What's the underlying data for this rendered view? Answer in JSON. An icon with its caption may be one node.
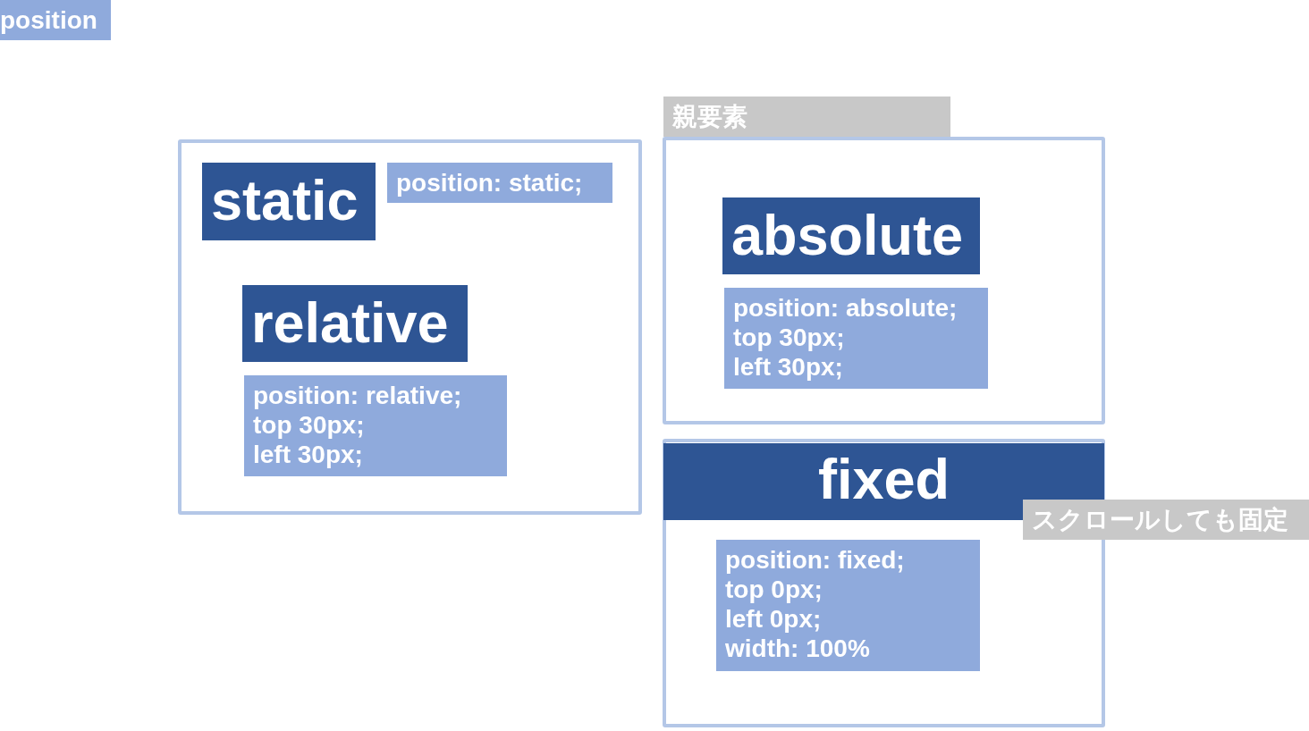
{
  "diagram": {
    "title": "position",
    "nodes": [
      {
        "text": [],
        "shape": "box"
      },
      {
        "text": [
          "static"
        ],
        "in": 0
      },
      {
        "text": [
          "position: static;"
        ],
        "in": 0
      },
      {
        "text": [
          "relative"
        ],
        "in": 0
      },
      {
        "text": [
          "position: relative; top 30px; left 30px;"
        ],
        "in": 0
      },
      {
        "text": [
          "親要素"
        ]
      },
      {
        "text": [],
        "shape": "box"
      },
      {
        "text": [
          "absolute"
        ],
        "in": 6
      },
      {
        "text": [
          "position: absolute; top 30px; left 30px;"
        ],
        "in": 6
      },
      {
        "text": [],
        "shape": "box"
      },
      {
        "text": [
          "fixed"
        ],
        "in": 9
      },
      {
        "text": [
          "スクロールしても固定"
        ]
      },
      {
        "text": [
          "position: fixed; top 0px; left 0px; width: 100%"
        ],
        "in": 9
      }
    ]
  }
}
